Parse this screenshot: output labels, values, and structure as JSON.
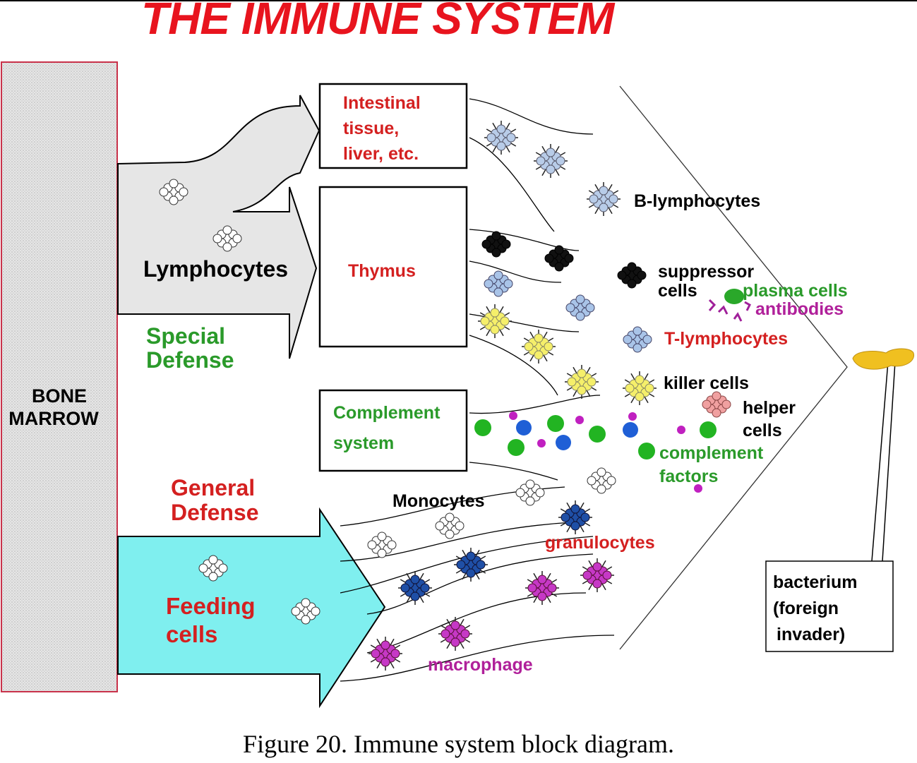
{
  "title": "THE IMMUNE SYSTEM",
  "caption": "Figure 20.  Immune system block diagram.",
  "colors": {
    "title": "#e8141e",
    "organ_text": "#d42020",
    "green_text": "#2a9a2a",
    "magenta_text": "#b0209a",
    "feeding_arrow": "#7fefef",
    "marrow_fill": "#e3e3e3",
    "marrow_border": "#c9324a",
    "bacterium": "#f0c020"
  },
  "labels": {
    "bone_marrow_1": "BONE",
    "bone_marrow_2": "MARROW",
    "lymphocytes": "Lymphocytes",
    "special_defense_1": "Special",
    "special_defense_2": "Defense",
    "general_defense_1": "General",
    "general_defense_2": "Defense",
    "feeding_cells_1": "Feeding",
    "feeding_cells_2": "cells",
    "intestinal_1": "Intestinal",
    "intestinal_2": "tissue,",
    "intestinal_3": "liver, etc.",
    "thymus": "Thymus",
    "complement_1": "Complement",
    "complement_2": "system",
    "monocytes": "Monocytes",
    "b_lymphocytes": "B-lymphocytes",
    "suppressor_1": "suppressor",
    "suppressor_2": "cells",
    "plasma_cells": "plasma cells",
    "antibodies": "antibodies",
    "t_lymphocytes": "T-lymphocytes",
    "killer_cells": "killer cells",
    "helper_1": "helper",
    "helper_2": "cells",
    "complement_factors_1": "complement",
    "complement_factors_2": "factors",
    "granulocytes": "granulocytes",
    "macrophage": "macrophage",
    "bacterium_1": "bacterium",
    "bacterium_2": "(foreign",
    "bacterium_3": "invader)"
  }
}
